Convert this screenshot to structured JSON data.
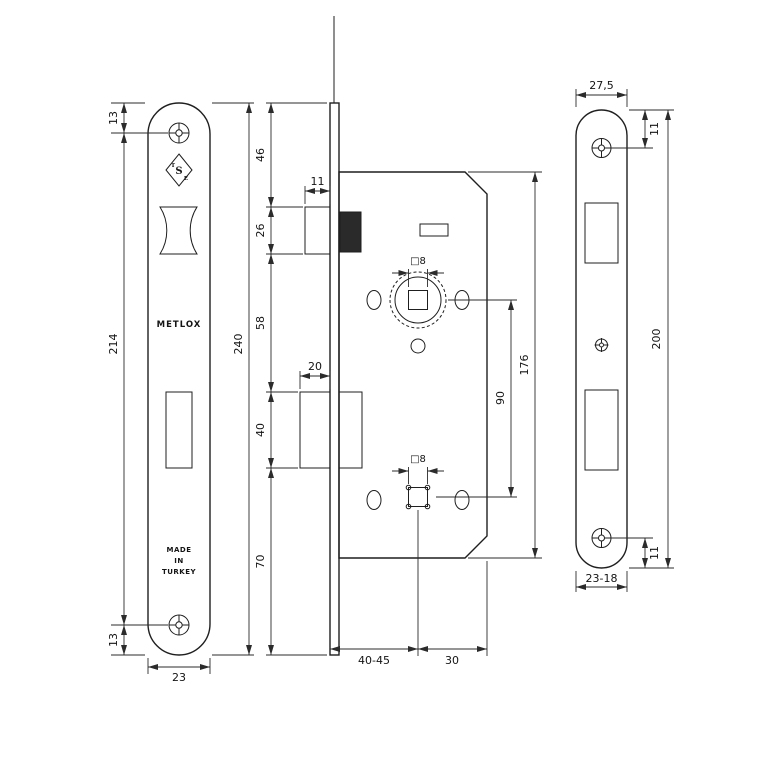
{
  "colors": {
    "line": "#1f1f1f",
    "dimension": "#2b2b2b",
    "background": "#ffffff"
  },
  "faceplate_view": {
    "logo": {
      "t": "T",
      "s": "S",
      "e": "E"
    },
    "brand": "METLOX",
    "made_in_lines": [
      "MADE",
      "IN",
      "TURKEY"
    ],
    "dims": {
      "screw_top_offset": "13",
      "screw_spacing": "214",
      "overall_length": "240",
      "screw_bottom_offset": "13",
      "plate_width": "23"
    }
  },
  "body_view": {
    "dims": {
      "segments": [
        "46",
        "26",
        "58",
        "40",
        "70"
      ],
      "latch_projection": "11",
      "deadbolt_projection": "20",
      "spindle_square_top": "□8",
      "spindle_square_bottom": "□8",
      "spindle_centers": "90",
      "body_length": "176",
      "backset": "40-45",
      "body_depth": "30"
    }
  },
  "strike_view": {
    "dims": {
      "plate_width": "27,5",
      "screw_top_offset": "11",
      "plate_length": "200",
      "screw_bottom_offset": "11",
      "bottom_width": "23-18"
    }
  }
}
